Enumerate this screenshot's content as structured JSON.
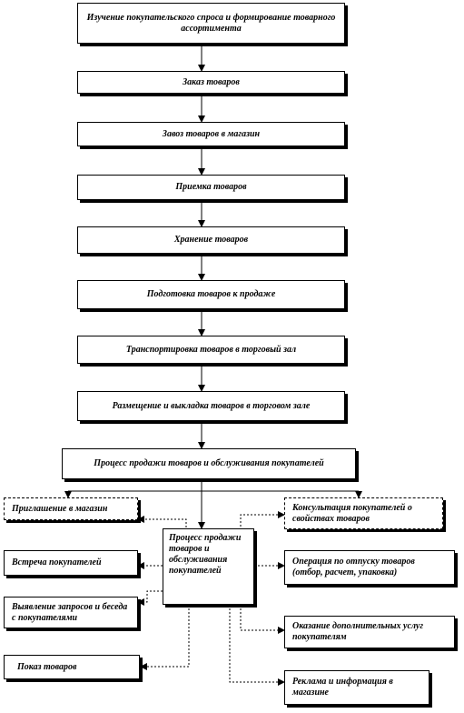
{
  "flow": {
    "step1": "Изучение покупательского спроса и формирование товарного ассортимента",
    "step2": "Заказ товаров",
    "step3": "Завоз товаров в магазин",
    "step4": "Приемка товаров",
    "step5": "Хранение товаров",
    "step6": "Подготовка товаров к продаже",
    "step7": "Транспортировка товаров в торговый зал",
    "step8": "Размещение и выкладка товаров в торговом зале",
    "step9": "Процесс продажи товаров и обслуживания покупателей"
  },
  "center": {
    "label": "Процесс продажи товаров и обслуживания покупателей"
  },
  "left_items": [
    "Приглашение в магазин",
    "Встреча покупателей",
    "Выявление запросов и беседа с покупателями",
    "Показ товаров"
  ],
  "right_items": [
    "Консультация покупателей о свойствах товаров",
    "Операция по отпуску товаров (отбор, расчет, упаковка)",
    "Оказание дополнительных услуг покупателям",
    "Реклама и информация в магазине"
  ]
}
